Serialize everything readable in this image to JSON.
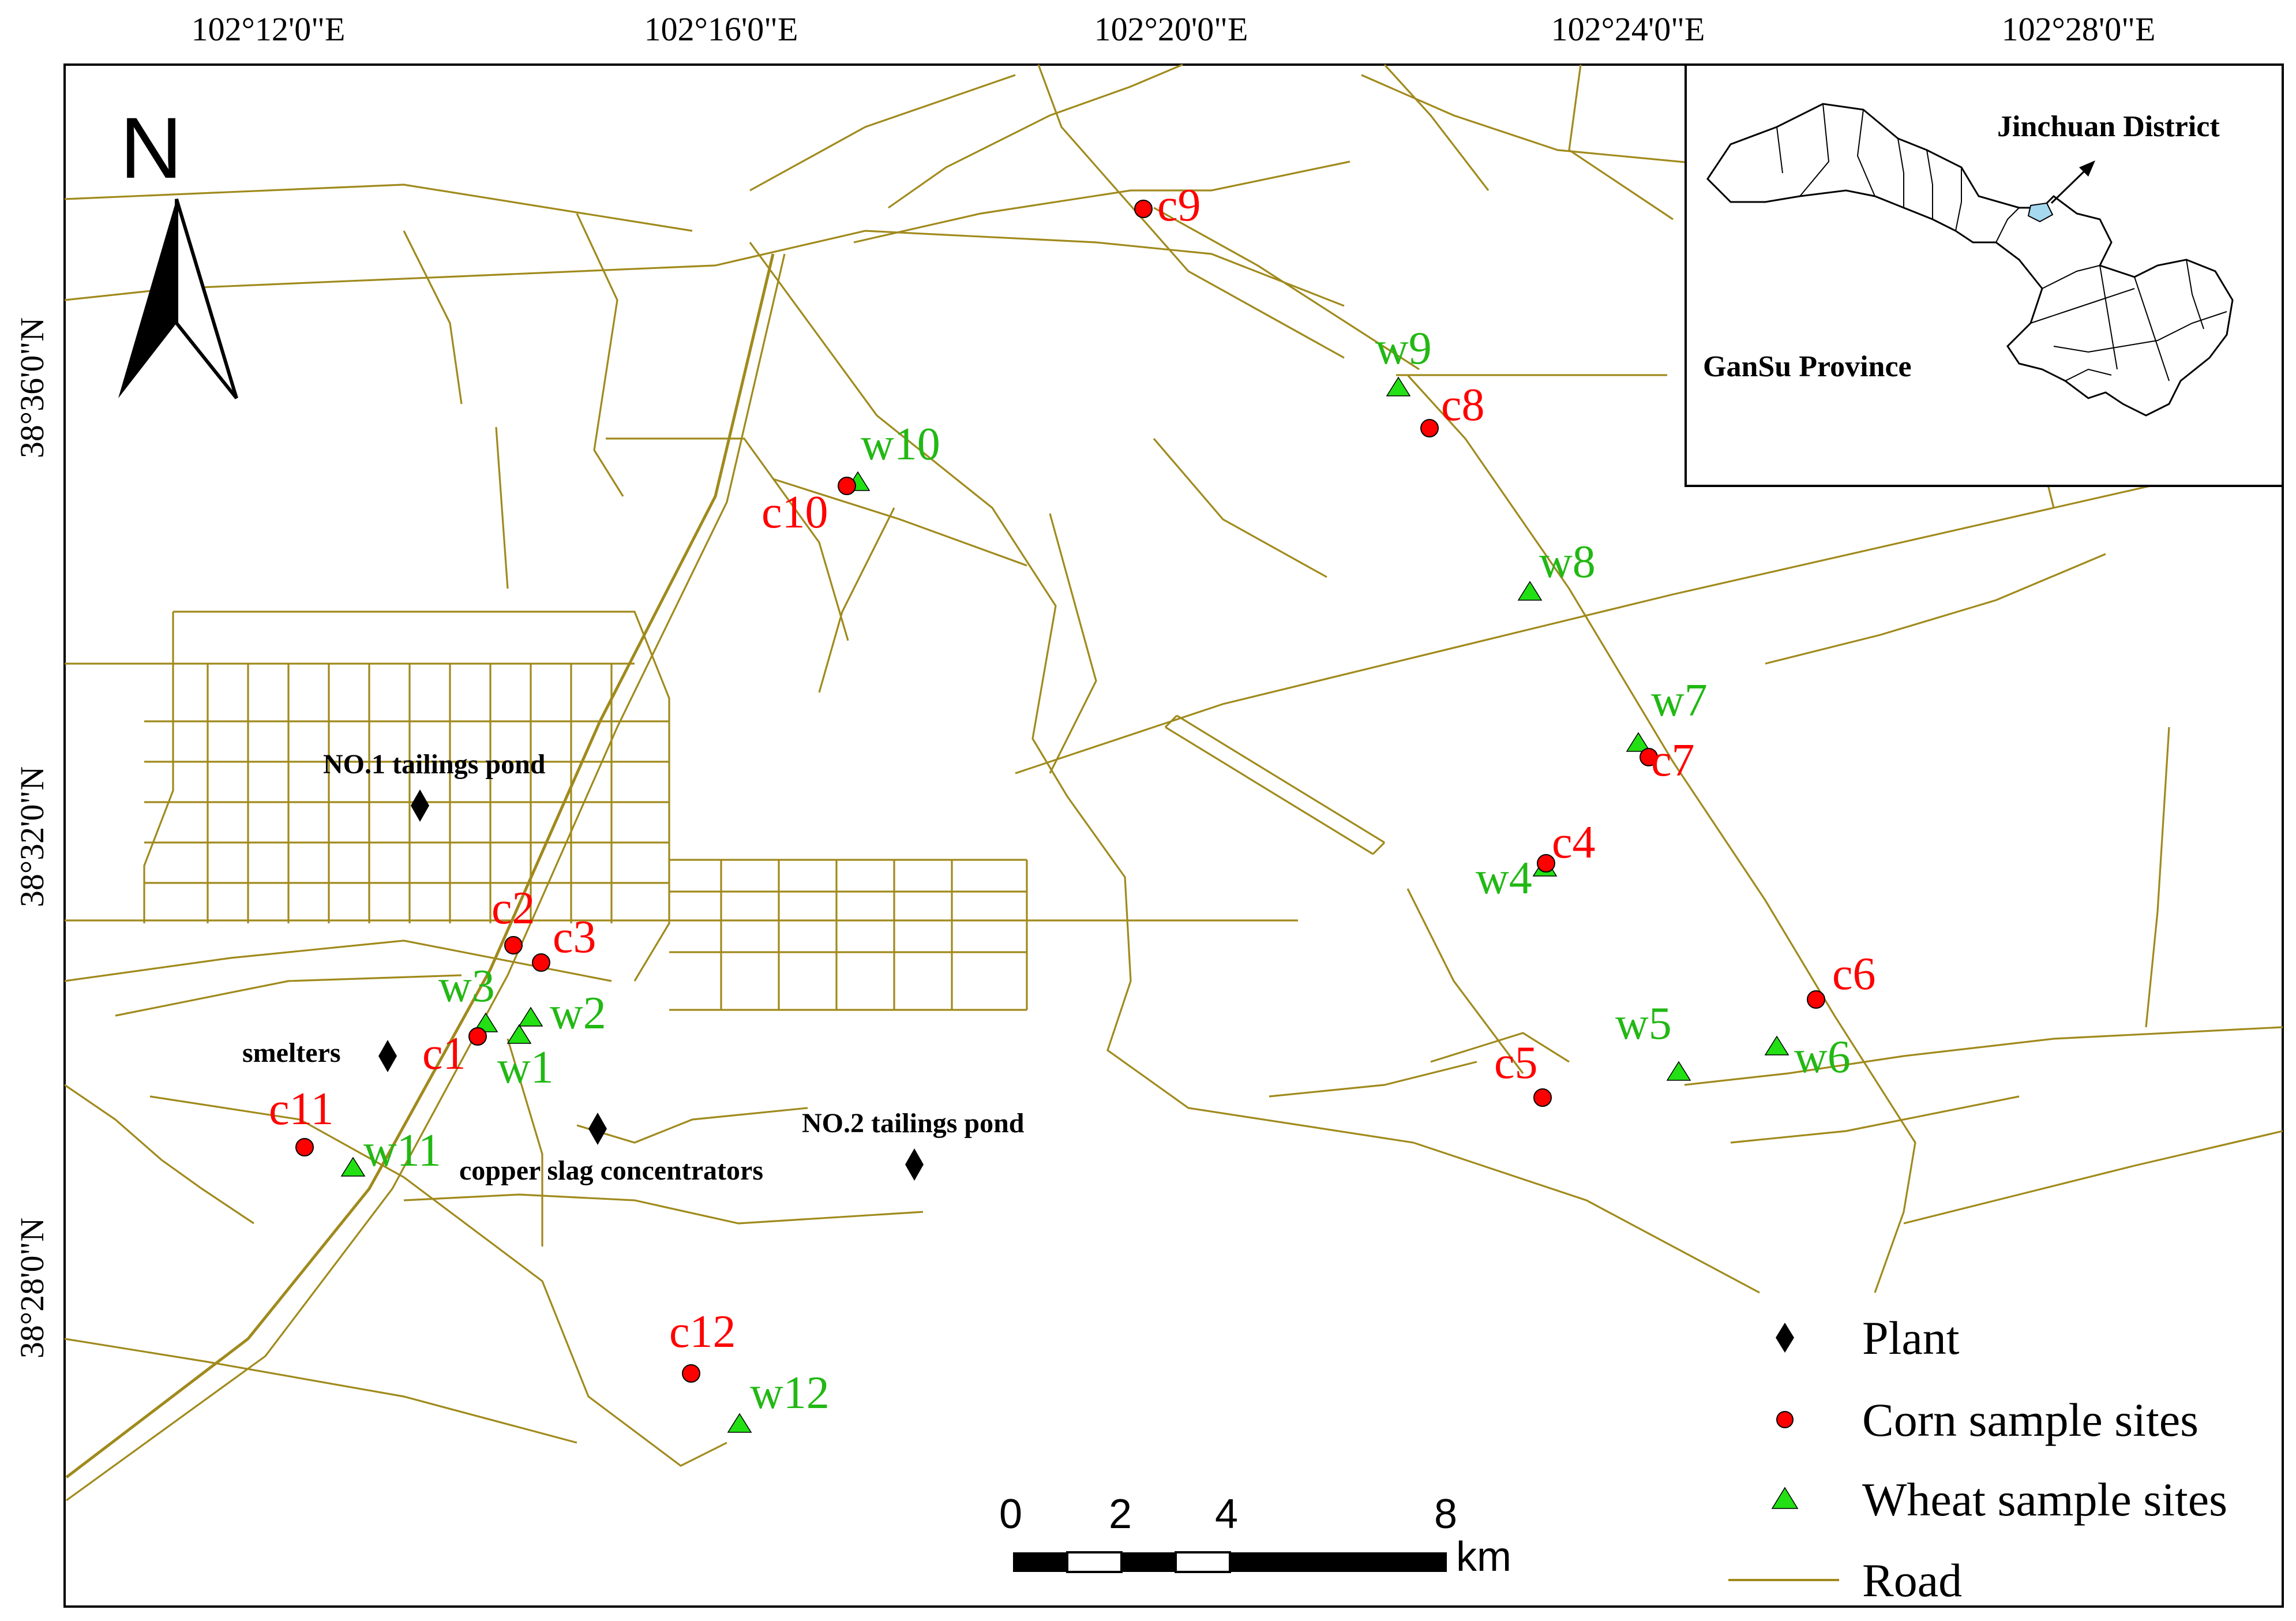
{
  "map": {
    "top_longitudes": [
      "102°12'0\"E",
      "102°16'0\"E",
      "102°20'0\"E",
      "102°24'0\"E",
      "102°28'0\"E"
    ],
    "left_latitudes": [
      "38°36'0\"N",
      "38°32'0\"N",
      "38°28'0\"N"
    ],
    "north_arrow_letter": "N",
    "plants": [
      {
        "id": "p1",
        "label": "NO.1 tailings pond"
      },
      {
        "id": "p2",
        "label": "smelters"
      },
      {
        "id": "p3",
        "label": "copper slag concentrators"
      },
      {
        "id": "p4",
        "label": "NO.2 tailings pond"
      }
    ],
    "corn_sites": [
      "c1",
      "c2",
      "c3",
      "c4",
      "c5",
      "c6",
      "c7",
      "c8",
      "c9",
      "c10",
      "c11",
      "c12"
    ],
    "wheat_sites": [
      "w1",
      "w2",
      "w3",
      "w4",
      "w5",
      "w6",
      "w7",
      "w8",
      "w9",
      "w10",
      "w11",
      "w12"
    ],
    "inset": {
      "district_label": "Jinchuan District",
      "province_label": "GanSu Province"
    },
    "scale_bar": {
      "ticks": [
        "0",
        "2",
        "4",
        "8"
      ],
      "unit": "km"
    },
    "legend": {
      "plant": "Plant",
      "corn": "Corn sample sites",
      "wheat": "Wheat sample sites",
      "road": "Road"
    },
    "colors": {
      "road": "#a08a1c",
      "corn": "#ff0000",
      "wheat": "#22e014",
      "district_fill": "#a6d8f0"
    }
  }
}
